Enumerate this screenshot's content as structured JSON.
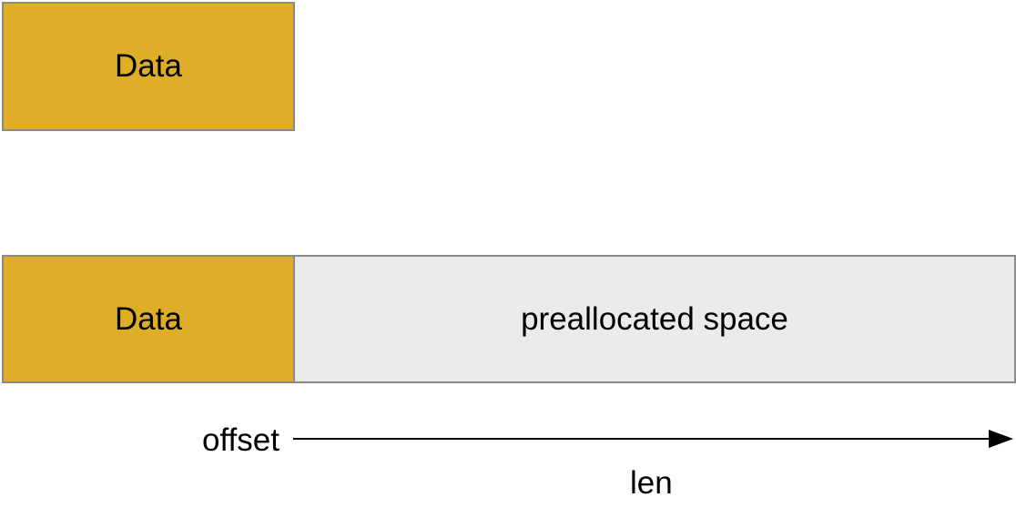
{
  "diagram": {
    "top_block": {
      "label": "Data",
      "fill_color": "#DFAE29"
    },
    "bottom_row": {
      "data_label": "Data",
      "data_fill_color": "#DFAE29",
      "space_label": "preallocated space",
      "space_fill_color": "#EBEBEB"
    },
    "border_color": "#8A8A8A",
    "offset_label": "offset",
    "len_label": "len"
  }
}
